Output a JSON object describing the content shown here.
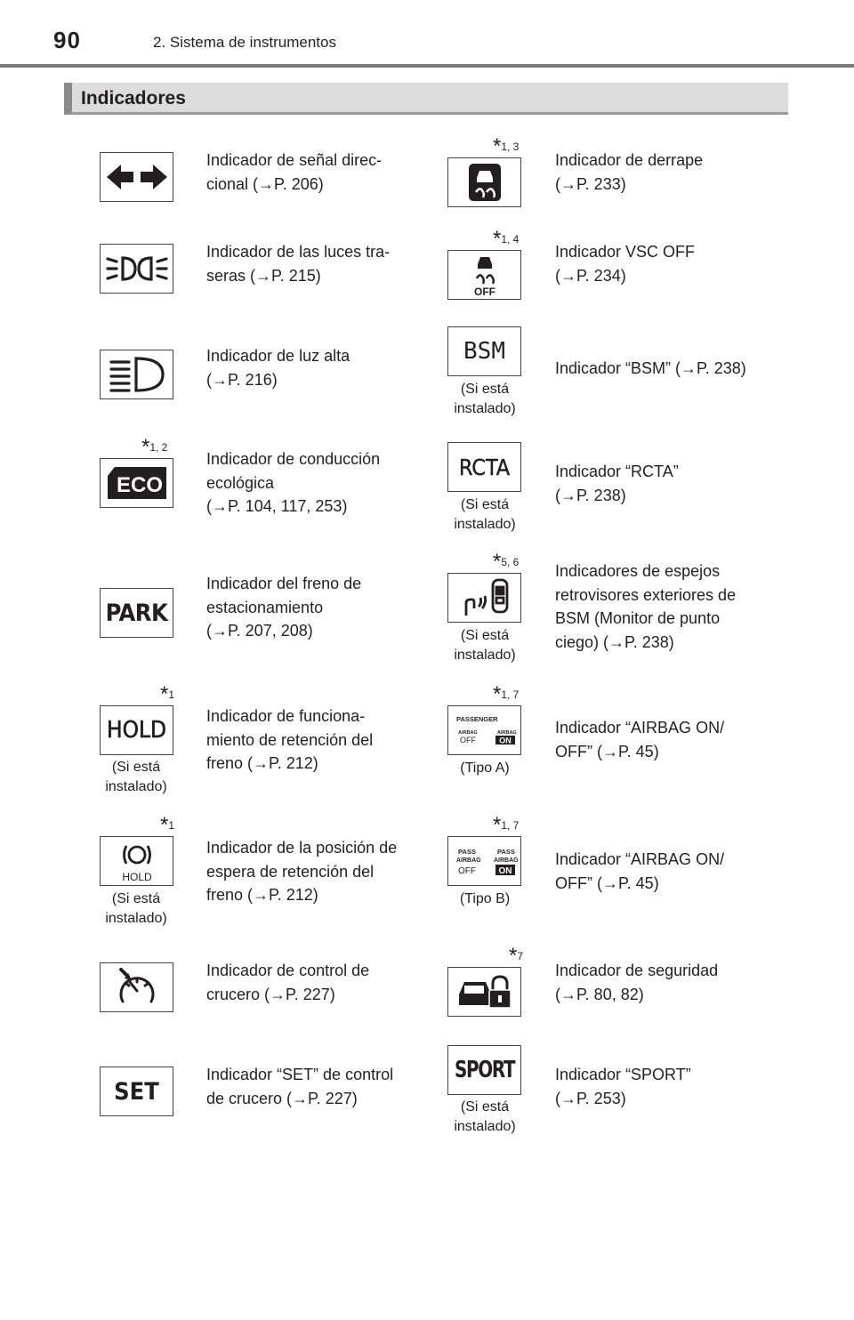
{
  "header": {
    "page_number": "90",
    "chapter": "2. Sistema de instrumentos"
  },
  "section_title": "Indicadores",
  "icons": {
    "bsm_text": "BSM",
    "rcta_text": "RCTA",
    "eco_text": "ECO",
    "park_text": "PARK",
    "hold_text": "HOLD",
    "hold_small_text": "HOLD",
    "off_text": "OFF",
    "set_text": "SET",
    "sport_text": "SPORT",
    "passenger_text": "PASSENGER",
    "airbag_text": "AIRBAG",
    "airbag_off": "OFF",
    "airbag_on": "ON",
    "pass_text": "PASS"
  },
  "left": [
    {
      "lines": [
        "Indicador de señal direc-",
        "cional (→P. 206)"
      ],
      "mark": "",
      "note": ""
    },
    {
      "lines": [
        "Indicador de las luces tra-",
        "seras (→P. 215)"
      ],
      "mark": "",
      "note": ""
    },
    {
      "lines": [
        "Indicador de luz alta",
        "(→P. 216)"
      ],
      "mark": "",
      "note": ""
    },
    {
      "lines": [
        "Indicador de conducción",
        "ecológica",
        "(→P. 104, 117, 253)"
      ],
      "mark": "1, 2",
      "note": ""
    },
    {
      "lines": [
        "Indicador del freno de",
        "estacionamiento",
        "(→P. 207, 208)"
      ],
      "mark": "",
      "note": ""
    },
    {
      "lines": [
        "Indicador de funciona-",
        "miento de retención del",
        "freno (→P. 212)"
      ],
      "mark": "1",
      "note": "(Si está instalado)"
    },
    {
      "lines": [
        "Indicador de la posición de",
        "espera de retención del",
        "freno (→P. 212)"
      ],
      "mark": "1",
      "note": "(Si está instalado)"
    },
    {
      "lines": [
        "Indicador de control de",
        "crucero (→P. 227)"
      ],
      "mark": "",
      "note": ""
    },
    {
      "lines": [
        "Indicador “SET” de control",
        "de crucero (→P. 227)"
      ],
      "mark": "",
      "note": ""
    }
  ],
  "right": [
    {
      "lines": [
        "Indicador de derrape",
        "(→P. 233)"
      ],
      "mark": "1, 3",
      "note": ""
    },
    {
      "lines": [
        "Indicador VSC OFF",
        "(→P. 234)"
      ],
      "mark": "1, 4",
      "note": ""
    },
    {
      "lines": [
        "Indicador “BSM” (→P. 238)"
      ],
      "mark": "",
      "note": "(Si está instalado)"
    },
    {
      "lines": [
        "Indicador “RCTA”",
        "(→P. 238)"
      ],
      "mark": "",
      "note": "(Si está instalado)"
    },
    {
      "lines": [
        "Indicadores de espejos",
        "retrovisores exteriores de",
        "BSM (Monitor de punto",
        "ciego) (→P. 238)"
      ],
      "mark": "5, 6",
      "note": "(Si está instalado)"
    },
    {
      "lines": [
        "Indicador “AIRBAG ON/",
        "OFF” (→P. 45)"
      ],
      "mark": "1, 7",
      "note": "(Tipo A)"
    },
    {
      "lines": [
        "Indicador “AIRBAG ON/",
        "OFF” (→P. 45)"
      ],
      "mark": "1, 7",
      "note": "(Tipo B)"
    },
    {
      "lines": [
        "Indicador de seguridad",
        "(→P. 80, 82)"
      ],
      "mark": "7",
      "note": ""
    },
    {
      "lines": [
        "Indicador “SPORT”",
        "(→P. 253)"
      ],
      "mark": "",
      "note": "(Si está instalado)"
    }
  ]
}
